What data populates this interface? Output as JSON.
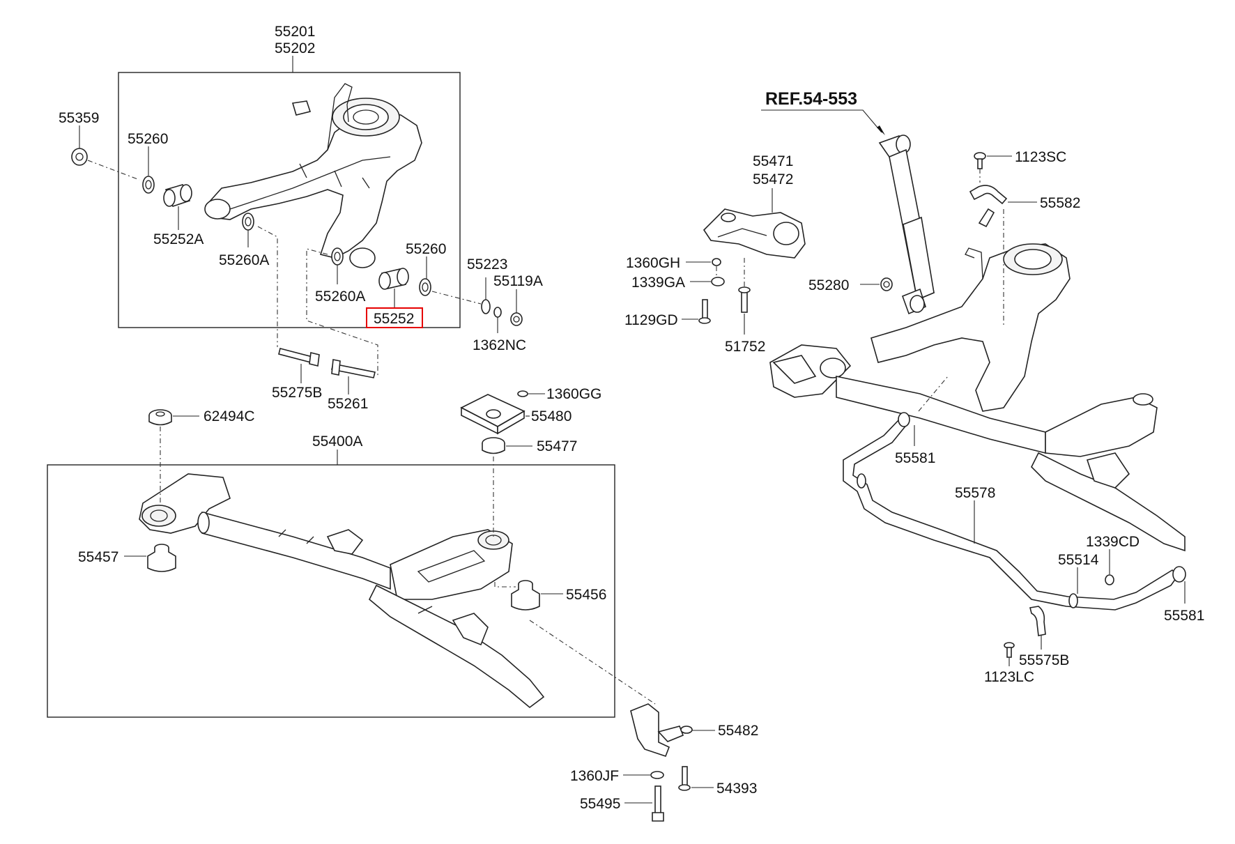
{
  "ref_label": "REF.54-553",
  "highlight_color": "#e60000",
  "labels": {
    "p55201": "55201",
    "p55202": "55202",
    "p55359": "55359",
    "p55260_top": "55260",
    "p55252A": "55252A",
    "p55260A_left": "55260A",
    "p55260_right": "55260",
    "p55223": "55223",
    "p55119A": "55119A",
    "p55260A_mid": "55260A",
    "p55252": "55252",
    "p1362NC": "1362NC",
    "p55275B": "55275B",
    "p55261": "55261",
    "p1360GG": "1360GG",
    "p55480": "55480",
    "p62494C": "62494C",
    "p55400A": "55400A",
    "p55477": "55477",
    "p55457": "55457",
    "p55456": "55456",
    "p55482": "55482",
    "p1360JF": "1360JF",
    "p54393": "54393",
    "p55495": "55495",
    "p55471": "55471",
    "p55472": "55472",
    "p1360GH": "1360GH",
    "p1339GA": "1339GA",
    "p1129GD": "1129GD",
    "p51752": "51752",
    "p1123SC": "1123SC",
    "p55582": "55582",
    "p55280": "55280",
    "p55581_left": "55581",
    "p55578": "55578",
    "p1339CD": "1339CD",
    "p55514": "55514",
    "p55581_right": "55581",
    "p55575B": "55575B",
    "p1123LC": "1123LC"
  }
}
